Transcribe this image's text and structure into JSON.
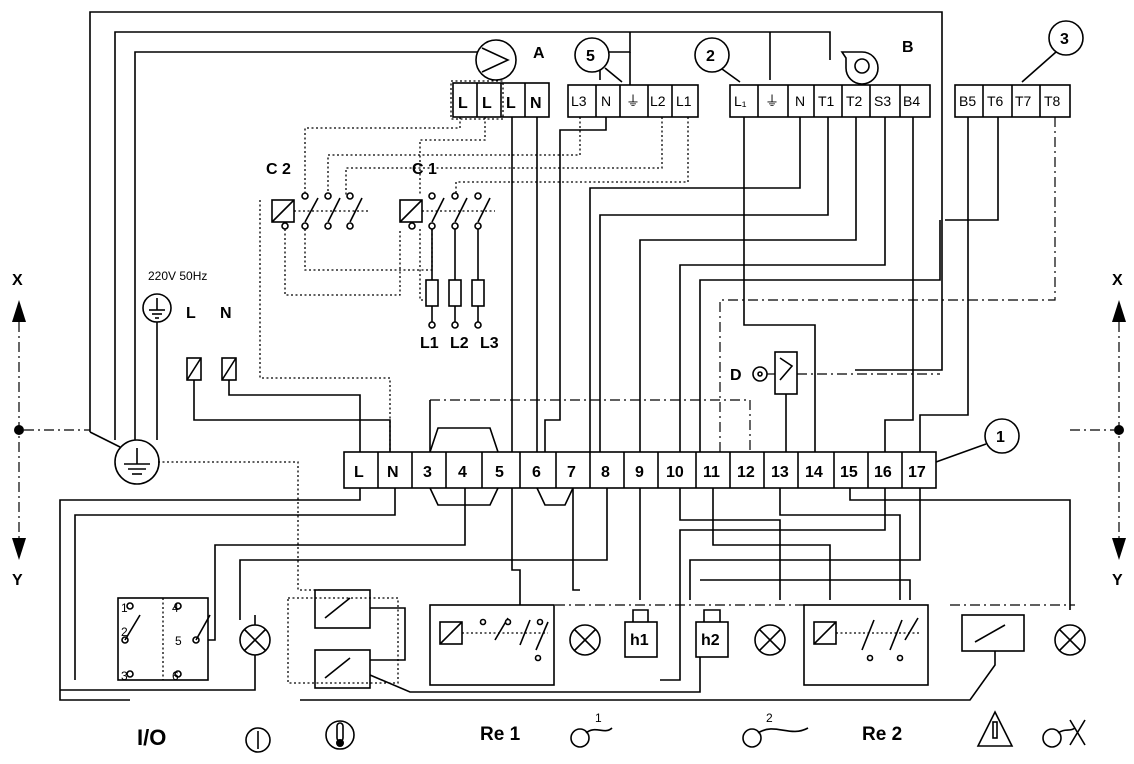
{
  "diagram": {
    "component_labels": {
      "pump": "A",
      "fan": "B",
      "contactor_2": "C 2",
      "contactor_1": "C 1",
      "sensor": "D"
    },
    "callouts": [
      "5",
      "2",
      "3",
      "1"
    ],
    "supply": {
      "voltage": "220V 50Hz",
      "line": "L",
      "neutral": "N"
    },
    "pump_terminals": [
      "L",
      "L",
      "L",
      "N"
    ],
    "block5_terminals": [
      "L3",
      "N",
      "⏚",
      "L2",
      "L1"
    ],
    "block2_terminals": [
      "L₁",
      "⏚",
      "N",
      "T1",
      "T2",
      "S3",
      "B4"
    ],
    "block3_terminals": [
      "B5",
      "T6",
      "T7",
      "T8"
    ],
    "main_terminals": [
      "L",
      "N",
      "3",
      "4",
      "5",
      "6",
      "7",
      "8",
      "9",
      "10",
      "11",
      "12",
      "13",
      "14",
      "15",
      "16",
      "17"
    ],
    "heater_outputs": [
      "L1",
      "L2",
      "L3"
    ],
    "axis_labels": {
      "x_left": "X",
      "y_left": "Y",
      "x_right": "X",
      "y_right": "Y"
    },
    "bottom_labels": {
      "switch": "I/O",
      "relay1": "Re 1",
      "relay2": "Re 2"
    },
    "hour_meters": [
      "h1",
      "h2"
    ],
    "switch_contacts": {
      "c1": "1",
      "c2": "2",
      "c3": "3",
      "c4": "4",
      "c5": "5",
      "c6": "6"
    }
  }
}
